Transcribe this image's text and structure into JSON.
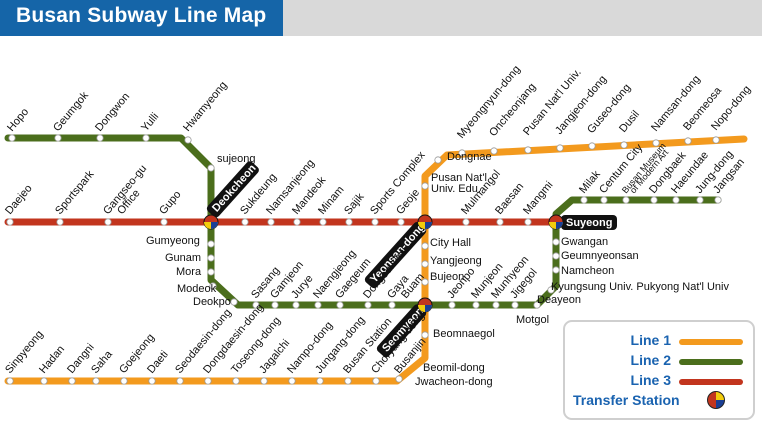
{
  "title": "Busan Subway Line Map",
  "colors": {
    "line1": "#f39a1e",
    "line2": "#4b6e1c",
    "line3": "#c2351e",
    "header": "#1565a8",
    "header_band": "#d9d9d9",
    "legend_text": "#1a63b0"
  },
  "labels": {
    "line1": [
      "Sinpyeong",
      "Hadan",
      "Dangni",
      "Saha",
      "Goejeong",
      "Daeti",
      "Seodaesin-dong",
      "Dongdaesin-dong",
      "Toseong-dong",
      "Jagalchi",
      "Nampo-dong",
      "Jungang-dong",
      "Busan Station",
      "Choryang-dong",
      "Busanjin",
      "Beomnaegol",
      "Beomil-dong",
      "Jwacheon-dong",
      "Bujeon",
      "Yangjeong",
      "City Hall",
      "Univ. Edu.",
      "Pusan Nat'l",
      "Dongnae",
      "Myeongnyun-dong",
      "Oncheonjang",
      "Pusan Nat'l Univ.",
      "Jangjeon-dong",
      "Guseo-dong",
      "Dusil",
      "Namsan-dong",
      "Beomeosa",
      "Nopo-dong"
    ],
    "line2": [
      "Hopo",
      "Geumgok",
      "Dongwon",
      "Yulli",
      "Hwamyeong",
      "sujeong",
      "Gumyeong",
      "Gunam",
      "Mora",
      "Modeok",
      "Deokpo",
      "Sasang",
      "Gamjeon",
      "Jurye",
      "Naengjeong",
      "Gaegeum",
      "Dongeui Univ.",
      "Gaya",
      "Buam",
      "Jeonpo",
      "Munjeon",
      "Munhyeon",
      "Jigegol",
      "Motgol",
      "Deayeon",
      "Kyungsung Univ. Pukyong Nat'l Univ",
      "Namcheon",
      "Geumnyeonsan",
      "Gwangan",
      "Milak",
      "Centum City",
      "Busan Museum",
      "of Modern Art",
      "Dongbaek",
      "Haeundae",
      "Jung-dong",
      "Jangsan"
    ],
    "line3": [
      "Daejeo",
      "Sportspark",
      "Gangseo-gu",
      "Office",
      "Gupo",
      "Sukdeung",
      "Namsanjeong",
      "Mandeok",
      "Minam",
      "Sajik",
      "Sports Complex",
      "Geoje",
      "Mulmangol",
      "Baesan",
      "Mangmi"
    ]
  },
  "transfer_labels": {
    "deokcheon": "Deokcheon",
    "yeonsan": "Yeonsan-dong",
    "seomyeon": "Seomyeon",
    "suyeong": "Suyeong"
  },
  "legend": {
    "line1": "Line 1",
    "line2": "Line 2",
    "line3": "Line 3",
    "transfer": "Transfer Station"
  }
}
